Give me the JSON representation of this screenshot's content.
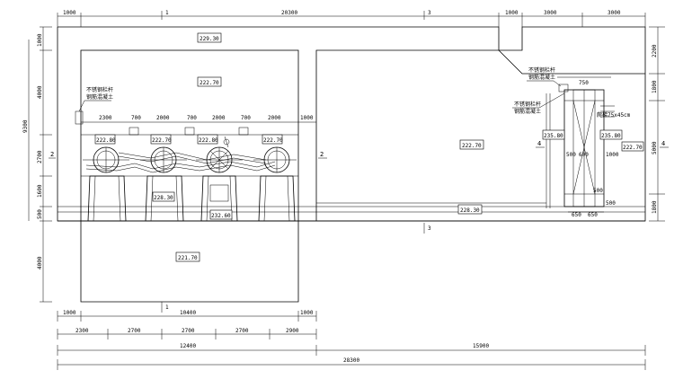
{
  "top_dims": [
    "1000",
    "20300",
    "1000",
    "3000",
    "3000"
  ],
  "section_marks": {
    "s1_top": "1",
    "s1_bottom": "1",
    "s2_left": "2",
    "s2_right": "2",
    "s3_top": "3",
    "s3_bottom": "3",
    "s4_left": "4",
    "s4_right": "4"
  },
  "left_dims": [
    "1000",
    "4000",
    "2700",
    "1600",
    "500",
    "4000"
  ],
  "left_total": "9300",
  "right_dims": [
    "2200",
    "1800",
    "5000",
    "1800"
  ],
  "elevations": {
    "e1": "229.30",
    "e2": "222.70",
    "e3": "222.80",
    "e4": "222.70",
    "e5": "222.80",
    "e6": "222.70",
    "e7": "228.30",
    "e8": "232.60",
    "e9": "221.70",
    "e10": "222.70",
    "e11": "228.30",
    "e12": "235.80",
    "e13": "235.80",
    "e14": "222.70"
  },
  "inner_dims": [
    "2300",
    "700",
    "2000",
    "700",
    "2000",
    "700",
    "2000",
    "1000"
  ],
  "tower_dims": {
    "top": "750",
    "left": "500",
    "mid": "600",
    "right": "1000",
    "bottom_a": "500",
    "bottom_b": "650",
    "bottom_c": "650",
    "corner": "500",
    "ladder": "爬梯75x45cm"
  },
  "notes": {
    "n1a": "不锈钢栏杆",
    "n1b": "钢筋混凝土",
    "n2a": "不锈钢栏杆",
    "n2b": "钢筋混凝土",
    "n3a": "不锈钢栏杆",
    "n3b": "钢筋混凝土"
  },
  "bottom_row1": [
    "1000",
    "10400",
    "1000"
  ],
  "bottom_row2": [
    "2300",
    "2700",
    "2700",
    "2700",
    "2900"
  ],
  "bottom_row3": [
    "12400",
    "15900"
  ],
  "bottom_total": "28300"
}
